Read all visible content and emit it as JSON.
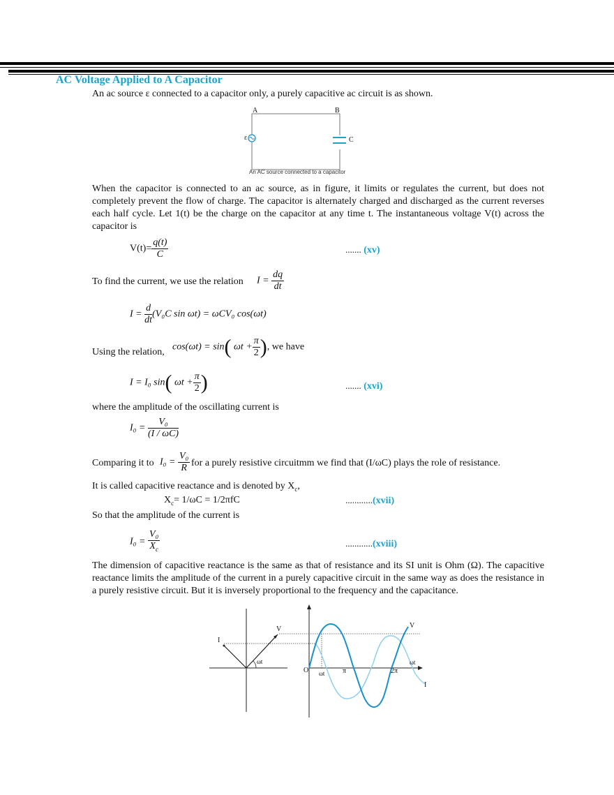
{
  "header_rules": true,
  "section": {
    "title": "AC Voltage Applied to A Capacitor",
    "accent_color": "#1aa3cc"
  },
  "intro": "An ac source ε connected to a capacitor only, a purely capacitive ac circuit is as shown.",
  "circuit_figure": {
    "label_a": "A",
    "label_b": "B",
    "label_source": "ε",
    "label_c": "C",
    "caption": "An AC source connected to a capacitor"
  },
  "para1": "When the capacitor is connected to an ac source, as in figure, it limits or regulates the current, but does not completely prevent the flow of charge. The capacitor is alternately charged and discharged as the current reverses each half cycle. Let 1(t) be the charge on the capacitor at any time t. The instantaneous voltage V(t) across the capacitor is",
  "eq_xv": {
    "lhs": "V(t)=",
    "num": "q(t)",
    "den": "C",
    "dots": ".......",
    "tag": "(xv)"
  },
  "para2_prefix": "To find the current, we use the relation",
  "eq_rel": {
    "lhs": "I =",
    "num": "dq",
    "den": "dt"
  },
  "eq_deriv": {
    "lhs": "I =",
    "num": "d",
    "den": "dt",
    "rhs": "(V₀C sin ωt) = ωCV₀ cos(ωt)"
  },
  "para3_prefix": "Using the relation,",
  "eq_trig": {
    "lhs": "cos(ωt) = sin",
    "inner": "ωt +",
    "num": "π",
    "den": "2"
  },
  "para3_suffix": ", we have",
  "eq_xvi": {
    "lhs": "I = I₀ sin",
    "inner": "ωt +",
    "num": "π",
    "den": "2",
    "dots": ".......",
    "tag": "(xvi)"
  },
  "para4": "where the amplitude of the oscillating current is",
  "eq_amp": {
    "lhs": "I₀ =",
    "num": "V₀",
    "den": "(I / ωC)"
  },
  "para5_prefix": "Comparing it to",
  "eq_res": {
    "lhs": "I₀ =",
    "num": "V₀",
    "den": "R"
  },
  "para5_suffix": "for a purely resistive circuitmm we find that (I/ωC) plays the role of resistance.",
  "para6": "It is called capacitive reactance and is denoted by X",
  "para6_sub": "c",
  "para6_end": ",",
  "eq_xvii": {
    "x": "X",
    "sub": "c",
    "rhs": "= 1/ωC = 1/2πfC",
    "dots": "............",
    "tag": "(xvii)"
  },
  "para7": "So that the amplitude of the current is",
  "eq_xviii": {
    "lhs": "I₀ =",
    "num": "V₀",
    "den": "X",
    "den_sub": "c",
    "dots": "............",
    "tag": "(xviii)"
  },
  "para8": "The dimension of capacitive reactance is the same as that of resistance and its SI unit is Ohm (Ω). The capacitive reactance limits the amplitude of the current in a purely capacitive circuit in the same way as does the resistance in a purely resistive circuit. But it is inversely proportional to the frequency and the capacitance.",
  "phasor_figure": {
    "label_i": "I",
    "label_v": "V",
    "label_angle": "ωt",
    "label_origin": "O",
    "label_wt_axis": "ωt",
    "label_pi": "π",
    "label_2pi": "2π",
    "label_wt_end": "ωt",
    "label_v_curve": "V",
    "label_i_curve": "I",
    "v_color": "#1a8fcc",
    "i_color": "#8fd0ee"
  }
}
